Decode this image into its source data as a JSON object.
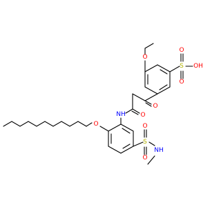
{
  "structure": {
    "colors": {
      "carbon": "#000000",
      "oxygen": "#ff0000",
      "nitrogen": "#0000ff",
      "sulfur": "#b3b300",
      "background": "#ffffff"
    },
    "labels": {
      "o_methoxy": "O",
      "s_sulfonic": "S",
      "o_sulfonic_1": "O",
      "o_sulfonic_2": "O",
      "oh_sulfonic": "OH",
      "o_ketone": "O",
      "o_amide": "O",
      "nh_amide": "NH",
      "o_ether": "O",
      "s_sulfonamide": "S",
      "o_sulfonamide_1": "O",
      "o_sulfonamide_2": "O",
      "nh_sulfonamide": "NH"
    }
  }
}
